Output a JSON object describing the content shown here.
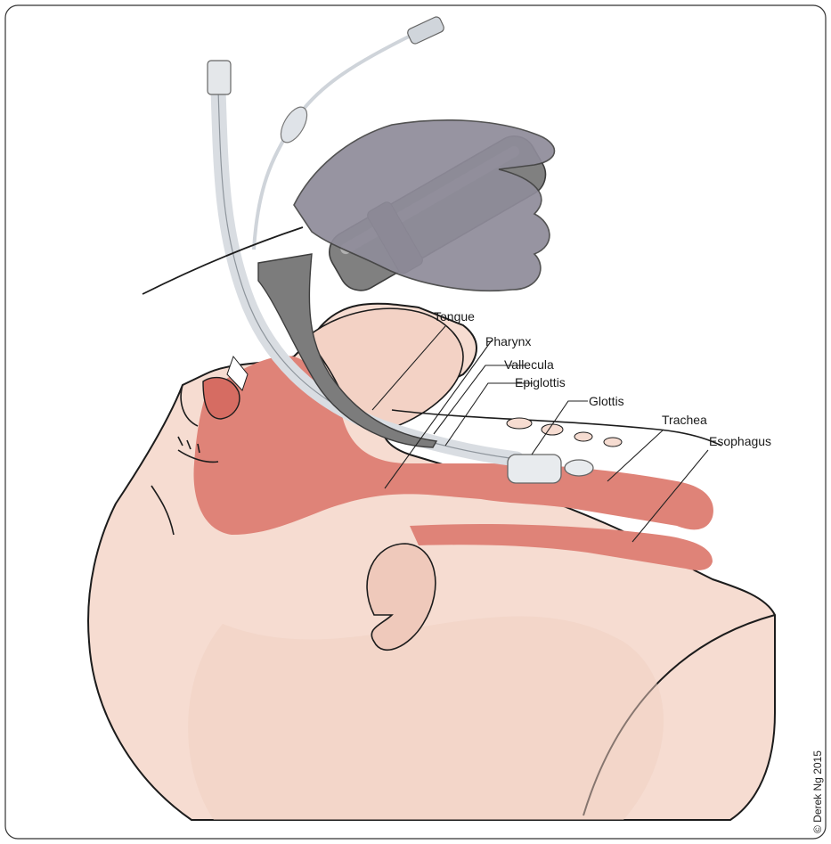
{
  "labels": {
    "tongue": "Tongue",
    "pharynx": "Pharynx",
    "vallecula": "Vallecula",
    "epiglottis": "Epiglottis",
    "glottis": "Glottis",
    "trachea": "Trachea",
    "esophagus": "Esophagus"
  },
  "credit": "© Derek Ng 2015",
  "colors": {
    "skin": "#f6dcd1",
    "skin_shadow": "#efc9bb",
    "mucosa": "#df8378",
    "glove": "#8f8c9a",
    "laryngoscope": "#7c7c7c",
    "tube": "#d9dde2"
  }
}
